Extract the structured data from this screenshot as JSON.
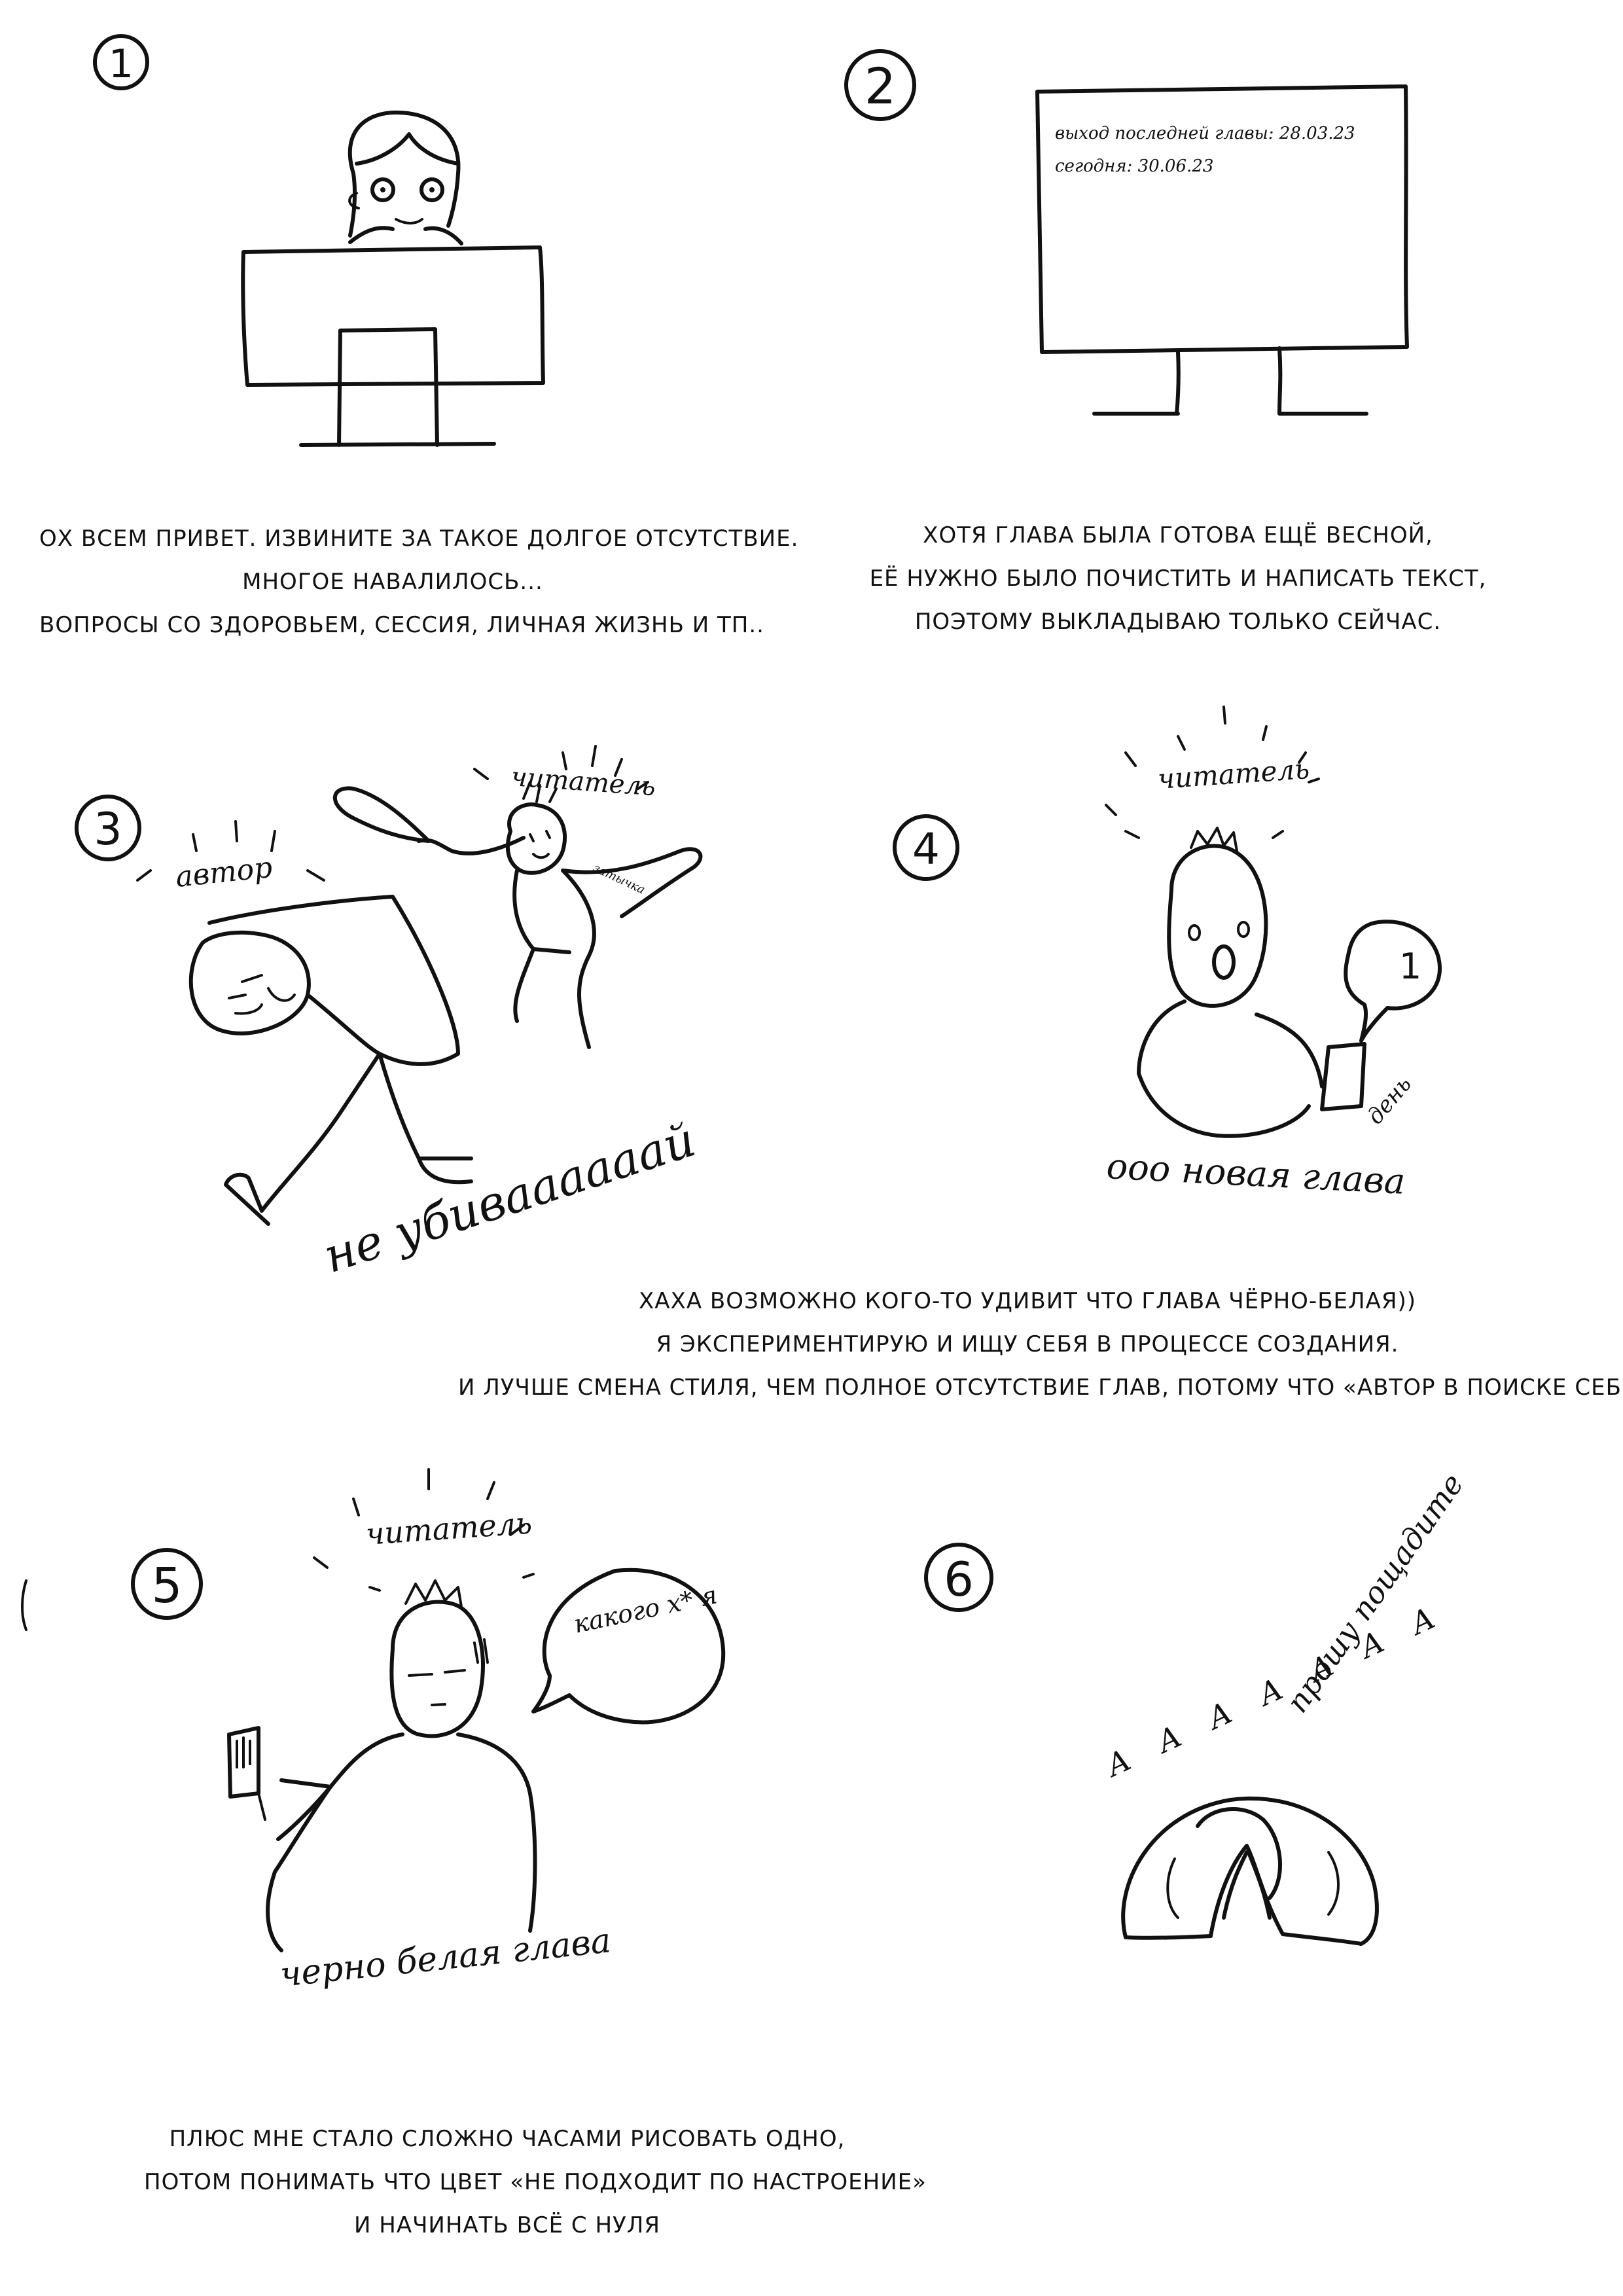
{
  "panels": [
    {
      "number": "1"
    },
    {
      "number": "2",
      "screen_lines": [
        "выход последней главы: 28.03.23",
        "сегодня: 30.06.23"
      ]
    },
    {
      "number": "3",
      "labels": [
        "читатель",
        "автор",
        "затычка"
      ],
      "scream": "не убиваааааай"
    },
    {
      "number": "4",
      "labels": [
        "читатель",
        "ооо новая глава",
        "день"
      ],
      "bubble": "1"
    },
    {
      "number": "5",
      "labels": [
        "читатель",
        "черно белая глава"
      ],
      "bubble": "какого х* я"
    },
    {
      "number": "6",
      "scream": "А А А А А А А",
      "labels": [
        "прошу пощадите"
      ]
    }
  ],
  "captions": {
    "c1": [
      "ОХ ВСЕМ ПРИВЕТ. ИЗВИНИТЕ ЗА ТАКОЕ ДОЛГОЕ ОТСУТСТВИЕ.",
      "МНОГОЕ НАВАЛИЛОСЬ...",
      "ВОПРОСЫ СО ЗДОРОВЬЕМ, СЕССИЯ, ЛИЧНАЯ ЖИЗНЬ И ТП.."
    ],
    "c2": [
      "ХОТЯ ГЛАВА БЫЛА ГОТОВА ЕЩЁ ВЕСНОЙ,",
      "ЕЁ НУЖНО БЫЛО ПОЧИСТИТЬ И НАПИСАТЬ ТЕКСТ,",
      "ПОЭТОМУ ВЫКЛАДЫВАЮ ТОЛЬКО СЕЙЧАС."
    ],
    "c3": [
      "ХАХА ВОЗМОЖНО КОГО-ТО УДИВИТ ЧТО ГЛАВА ЧЁРНО-БЕЛАЯ))",
      "Я ЭКСПЕРИМЕНТИРУЮ И ИЩУ СЕБЯ В ПРОЦЕССЕ СОЗДАНИЯ.",
      "И ЛУЧШЕ СМЕНА СТИЛЯ, ЧЕМ ПОЛНОЕ ОТСУТСТВИЕ ГЛАВ, ПОТОМУ ЧТО «АВТОР В ПОИСКЕ СЕБЯ»."
    ],
    "c4": [
      "ПЛЮС МНЕ СТАЛО СЛОЖНО ЧАСАМИ РИСОВАТЬ ОДНО,",
      "ПОТОМ ПОНИМАТЬ ЧТО ЦВЕТ «НЕ ПОДХОДИТ ПО НАСТРОЕНИЕ»",
      "И НАЧИНАТЬ ВСЁ С НУЛЯ"
    ]
  }
}
